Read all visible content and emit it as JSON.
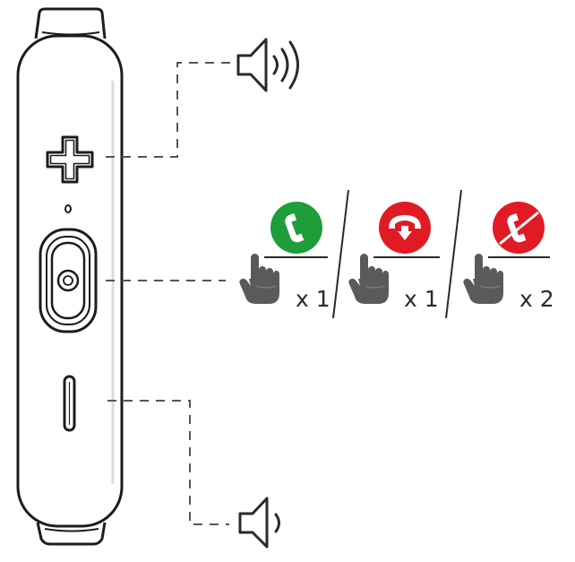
{
  "device": {
    "controls": [
      {
        "name": "plus-button",
        "function": "volume-up-icon"
      },
      {
        "name": "multifunction-button",
        "function": "call-control"
      },
      {
        "name": "minus-button",
        "function": "volume-down-icon"
      }
    ]
  },
  "call_actions": [
    {
      "icon": "phone-answer-icon",
      "color": "#1e9d3a",
      "tap_label": "x 1",
      "hand_icon": "tap-hand-icon"
    },
    {
      "icon": "phone-hangup-icon",
      "color": "#e01b24",
      "tap_label": "x 1",
      "hand_icon": "tap-hand-icon"
    },
    {
      "icon": "phone-reject-icon",
      "color": "#e01b24",
      "tap_label": "x 2",
      "hand_icon": "tap-hand-icon"
    }
  ],
  "colors": {
    "outline": "#1c1c1c",
    "leader_line": "#555555",
    "hand_fill": "#5a5a5a",
    "answer": "#1e9d3a",
    "reject": "#e01b24"
  }
}
